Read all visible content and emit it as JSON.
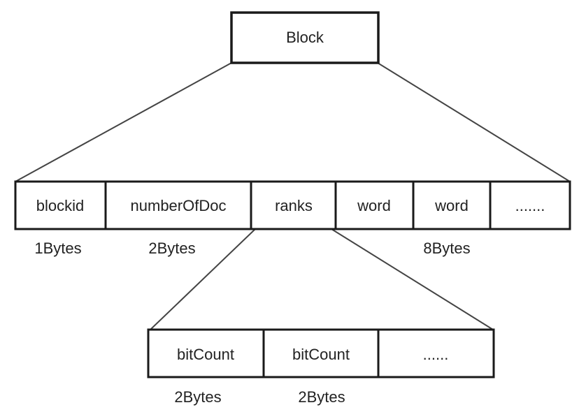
{
  "block": {
    "label": "Block",
    "fill": "#f2e6a8"
  },
  "block_fields": [
    {
      "label": "blockid",
      "fill": "#ffffff"
    },
    {
      "label": "numberOfDoc",
      "fill": "#ffffff"
    },
    {
      "label": "ranks",
      "fill": "#ecbfdc"
    },
    {
      "label": "word",
      "fill": "#ffffff"
    },
    {
      "label": "word",
      "fill": "#ffffff"
    },
    {
      "label": ".......",
      "fill": "#ffffff"
    }
  ],
  "block_field_sizes": [
    "1Bytes",
    "2Bytes",
    "8Bytes"
  ],
  "rank_fields": [
    {
      "label": "bitCount"
    },
    {
      "label": "bitCount"
    },
    {
      "label": "......"
    }
  ],
  "rank_field_sizes": [
    "2Bytes",
    "2Bytes"
  ]
}
